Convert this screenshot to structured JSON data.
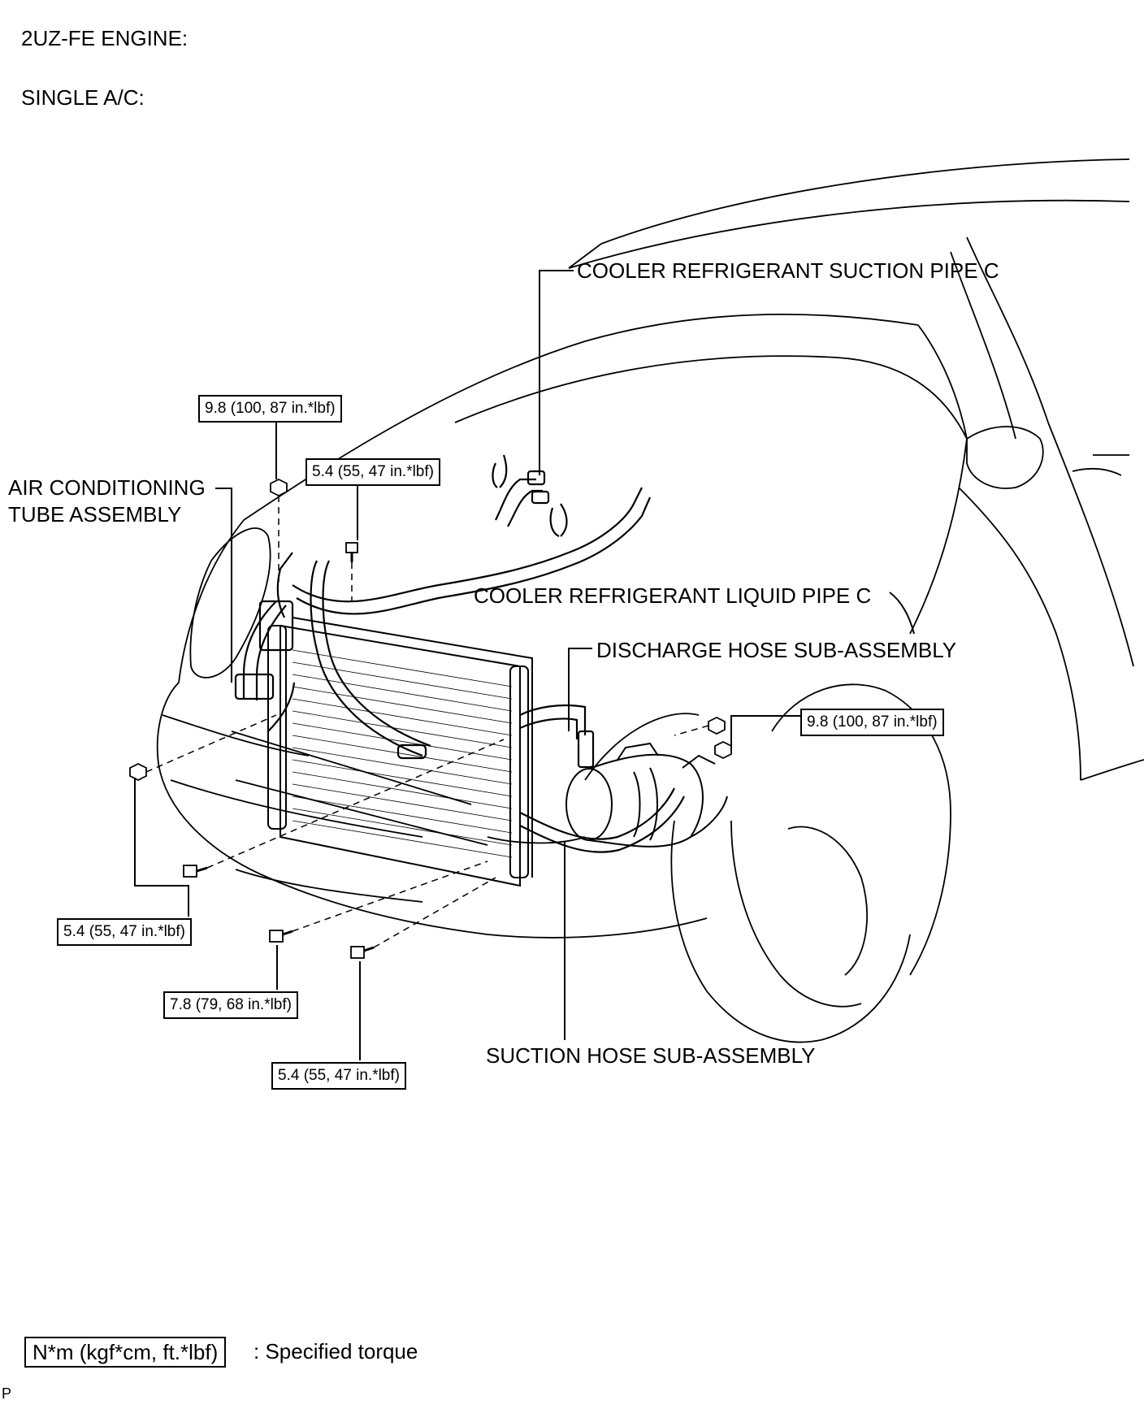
{
  "header": {
    "engine": "2UZ-FE ENGINE:",
    "variant": "SINGLE A/C:"
  },
  "labels": {
    "suction_pipe": "COOLER REFRIGERANT SUCTION PIPE C",
    "ac_tube_line1": "AIR CONDITIONING",
    "ac_tube_line2": "TUBE ASSEMBLY",
    "liquid_pipe": "COOLER REFRIGERANT LIQUID PIPE C",
    "discharge_hose": "DISCHARGE HOSE SUB-ASSEMBLY",
    "suction_hose": "SUCTION HOSE SUB-ASSEMBLY"
  },
  "torques": {
    "top_nut": "9.8 (100, 87 in.*lbf)",
    "top_bolt": "5.4 (55, 47 in.*lbf)",
    "compressor_nuts": "9.8 (100, 87 in.*lbf)",
    "left_bolt": "5.4 (55, 47 in.*lbf)",
    "center_bolt": "7.8 (79, 68 in.*lbf)",
    "lower_bolt": "5.4 (55, 47 in.*lbf)"
  },
  "legend": {
    "unit_box": "N*m (kgf*cm, ft.*lbf)",
    "description": ": Specified torque"
  },
  "footer_mark": "P"
}
